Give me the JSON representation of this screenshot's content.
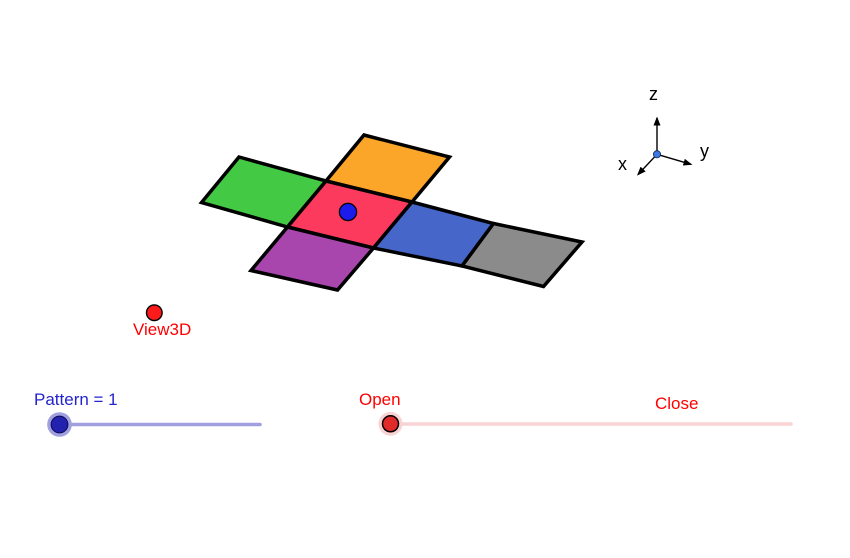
{
  "axis_indicator": {
    "x_label": "x",
    "y_label": "y",
    "z_label": "z",
    "label_color": "#000000",
    "axis_color": "#000000",
    "origin_point_color": "#3C78E0"
  },
  "view3d_button": {
    "label": "View3D",
    "label_color": "#FF0000",
    "point_color": "#FB1B1B"
  },
  "pattern_slider": {
    "label": "Pattern = 1",
    "value": "1",
    "label_color": "#2424CC",
    "track_color": "#A0A0E0",
    "halo_color": "#A0A0E0",
    "handle_color": "#2222AE"
  },
  "open_close_slider": {
    "open_label": "Open",
    "close_label": "Close",
    "label_color": "#FF0000",
    "track_color": "#F9D3D3",
    "halo_color": "#F9D3D3",
    "handle_color": "#E02B2B"
  },
  "net": {
    "outline_color": "#000000",
    "outline_width": 3.5,
    "center_point_color": "#1B1BEB",
    "faces": [
      {
        "name": "green",
        "color": "#44C944",
        "points": [
          [
            239,
            157
          ],
          [
            326,
            181
          ],
          [
            287.5,
            227
          ],
          [
            201.5,
            202.5
          ]
        ]
      },
      {
        "name": "orange",
        "color": "#FCA629",
        "points": [
          [
            364,
            135
          ],
          [
            449.5,
            157
          ],
          [
            412,
            202
          ],
          [
            326,
            181
          ]
        ]
      },
      {
        "name": "red",
        "color": "#FB3A5D",
        "points": [
          [
            326,
            181
          ],
          [
            412,
            202
          ],
          [
            373.5,
            248
          ],
          [
            287.5,
            227
          ]
        ]
      },
      {
        "name": "blue",
        "color": "#4667C9",
        "points": [
          [
            412,
            202
          ],
          [
            493.5,
            223.5
          ],
          [
            462,
            266
          ],
          [
            373.5,
            248
          ]
        ]
      },
      {
        "name": "gray",
        "color": "#8B8B8B",
        "points": [
          [
            493.5,
            223.5
          ],
          [
            582,
            242
          ],
          [
            543.5,
            286.5
          ],
          [
            462,
            266
          ]
        ]
      },
      {
        "name": "purple",
        "color": "#A846AE",
        "points": [
          [
            287.5,
            227
          ],
          [
            373.5,
            248
          ],
          [
            337.5,
            290
          ],
          [
            251,
            270.5
          ]
        ]
      }
    ]
  }
}
